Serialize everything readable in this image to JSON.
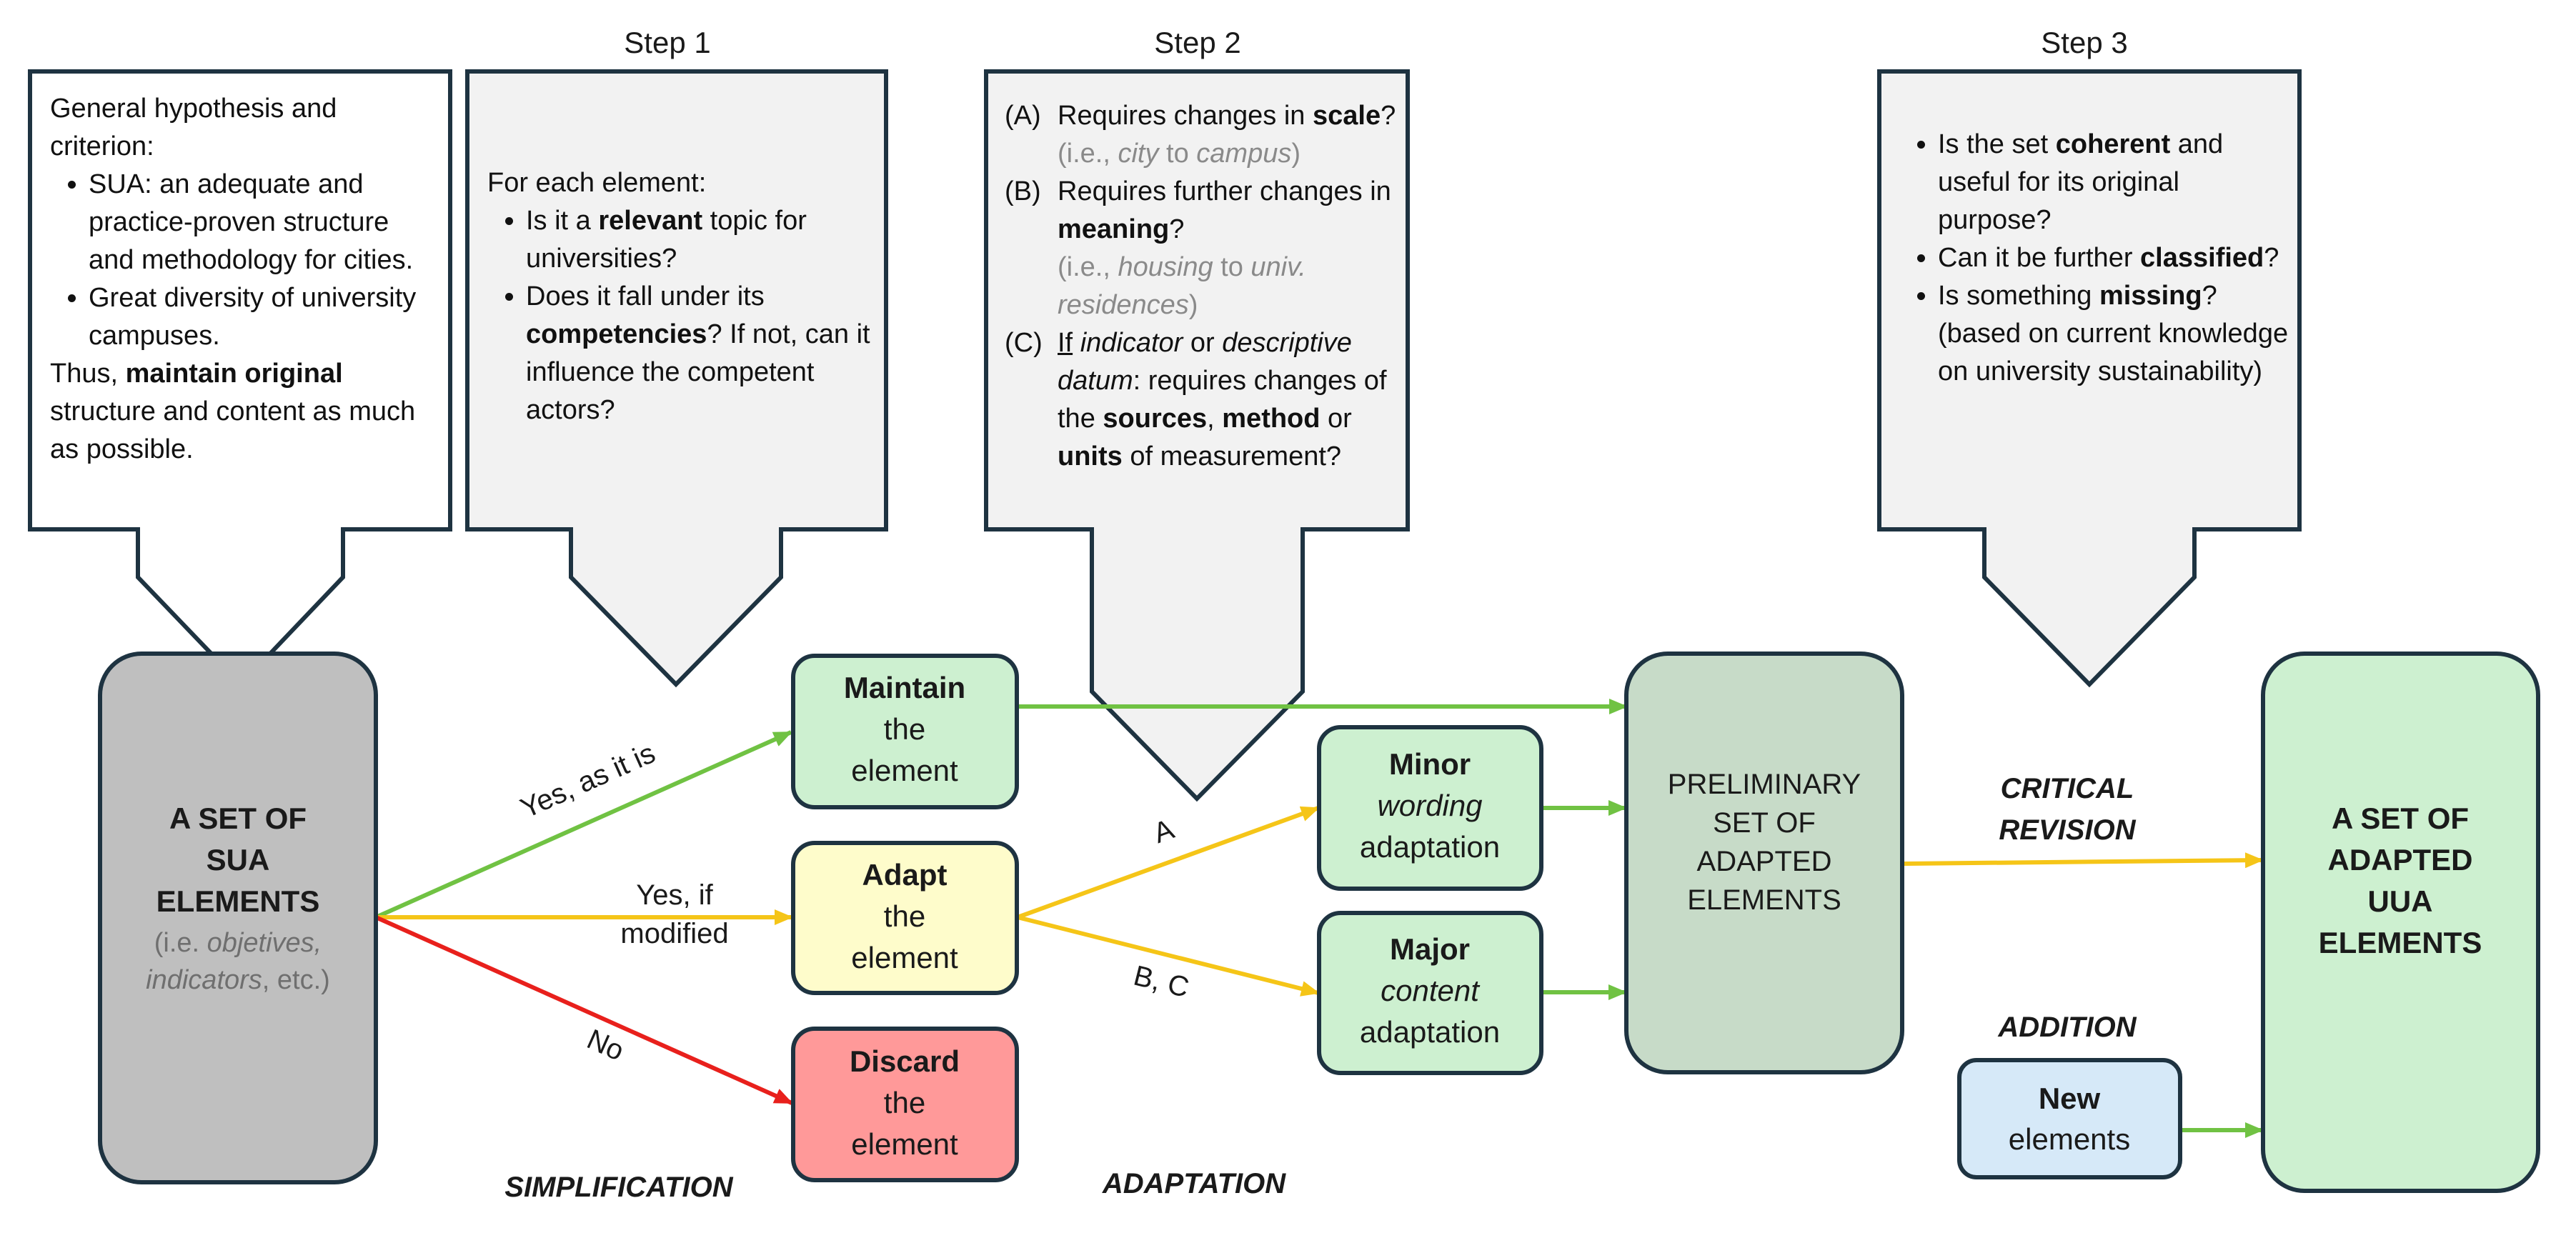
{
  "steps": {
    "step1": "Step 1",
    "step2": "Step 2",
    "step3": "Step 3"
  },
  "hypothesis": {
    "intro": "General hypothesis and criterion:",
    "bullet1": "SUA: an adequate and practice-proven structure and methodology for cities.",
    "bullet2": "Great diversity of university campuses.",
    "thus": "Thus, ",
    "thus_bold": "maintain original",
    "thus_rest": " structure and content as much as possible."
  },
  "step1_box": {
    "intro": "For each element:",
    "q1_a": "Is it a ",
    "q1_bold": "relevant",
    "q1_b": " topic for universities?",
    "q2_a": "Does it fall under its ",
    "q2_bold": "competencies",
    "q2_b": "? If not, can it influence the competent actors?"
  },
  "step2_box": {
    "a_label": "(A)",
    "a_text": "Requires changes in ",
    "a_bold": "scale",
    "a_q": "?",
    "a_note_pre": " (i.e., ",
    "a_note_it1": "city",
    "a_note_mid": " to ",
    "a_note_it2": "campus",
    "a_note_end": ")",
    "b_label": "(B)",
    "b_text": "Requires further changes in ",
    "b_bold": "meaning",
    "b_q": "?",
    "b_note_pre": "(i.e., ",
    "b_note_it1": "housing",
    "b_note_mid": " to ",
    "b_note_it2": "univ. residences",
    "b_note_end": ")",
    "c_label": "(C)",
    "c_if": "If",
    "c_it1": "indicator",
    "c_or": " or ",
    "c_it2": "descriptive datum",
    "c_text": ": requires changes of the ",
    "c_bold1": "sources",
    "c_sep": ", ",
    "c_bold2": "method",
    "c_or2": " or ",
    "c_bold3": "units",
    "c_end": " of measurement?"
  },
  "step3_box": {
    "q1_a": "Is the set ",
    "q1_bold": "coherent",
    "q1_b": " and useful for its original purpose?",
    "q2_a": "Can it be further ",
    "q2_bold": "classified",
    "q2_b": "?",
    "q3_a": "Is something ",
    "q3_bold": "missing",
    "q3_b": "?",
    "q3_note": "(based on current knowledge on university sustainability)"
  },
  "sua_set": {
    "line1": "A SET OF",
    "line2": "SUA",
    "line3": "ELEMENTS",
    "note1_pre": "(i.e. ",
    "note1_it": "objetives,",
    "note2_it": "indicators",
    "note2_post": ", etc.)"
  },
  "maintain": {
    "bold": "Maintain",
    "l2": "the",
    "l3": "element"
  },
  "adapt": {
    "bold": "Adapt",
    "l2": "the",
    "l3": "element"
  },
  "discard": {
    "bold": "Discard",
    "l2": "the",
    "l3": "element"
  },
  "minor": {
    "bold": "Minor",
    "it": "wording",
    "l3": "adaptation"
  },
  "major": {
    "bold": "Major",
    "it": "content",
    "l3": "adaptation"
  },
  "preliminary": {
    "l1": "PRELIMINARY",
    "l2": "SET OF",
    "l3": "ADAPTED",
    "l4": "ELEMENTS"
  },
  "uua_set": {
    "l1": "A SET OF",
    "l2": "ADAPTED",
    "l3": "UUA",
    "l4": "ELEMENTS"
  },
  "new_elements": {
    "bold": "New",
    "l2": "elements"
  },
  "edge_labels": {
    "yes_as_is": "Yes, as it is",
    "yes_if_1": "Yes, if",
    "yes_if_2": "modified",
    "no": "No",
    "a": "A",
    "bc": "B, C"
  },
  "phase_labels": {
    "simplification": "SIMPLIFICATION",
    "adaptation": "ADAPTATION",
    "critical_1": "CRITICAL",
    "critical_2": "REVISION",
    "addition": "ADDITION"
  },
  "colors": {
    "green_arrow": "#70c243",
    "yellow_arrow": "#f5c518",
    "red_arrow": "#e8201c",
    "grey_box": "#bfbfbf",
    "green_box": "#cdf0d0",
    "yellow_box": "#fefccb",
    "red_box": "#ff9999",
    "dark_green_box": "#c7dbc8",
    "blue_box": "#d6e9f8",
    "callout_fill": "#f2f2f2",
    "outline": "#1e3341"
  }
}
